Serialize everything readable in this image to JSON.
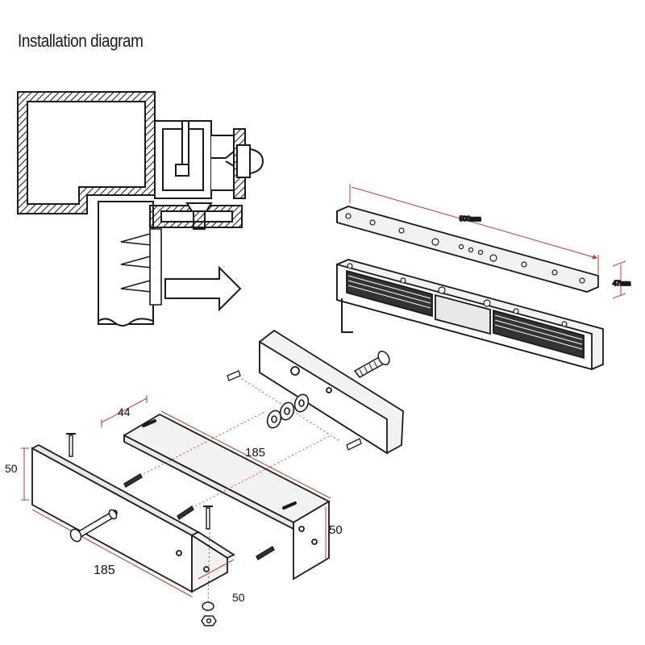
{
  "title": "Installation diagram",
  "colors": {
    "outline": "#1a1a1a",
    "dimension_line": "#c0392b",
    "fill_light": "#f2f2f2",
    "magnet_coil": "#333333"
  },
  "icons": [
    "arrow-right-icon",
    "screw-icon",
    "washer-icon",
    "nut-icon",
    "bolt-icon"
  ],
  "dimensions": {
    "magnet_length": "500mm",
    "magnet_height": "47mm",
    "z_bracket_width": "44",
    "z_bracket_length": "185",
    "z_bracket_height": "50",
    "l_bracket_height": "50",
    "l_bracket_length": "185",
    "l_bracket_depth": "50"
  }
}
